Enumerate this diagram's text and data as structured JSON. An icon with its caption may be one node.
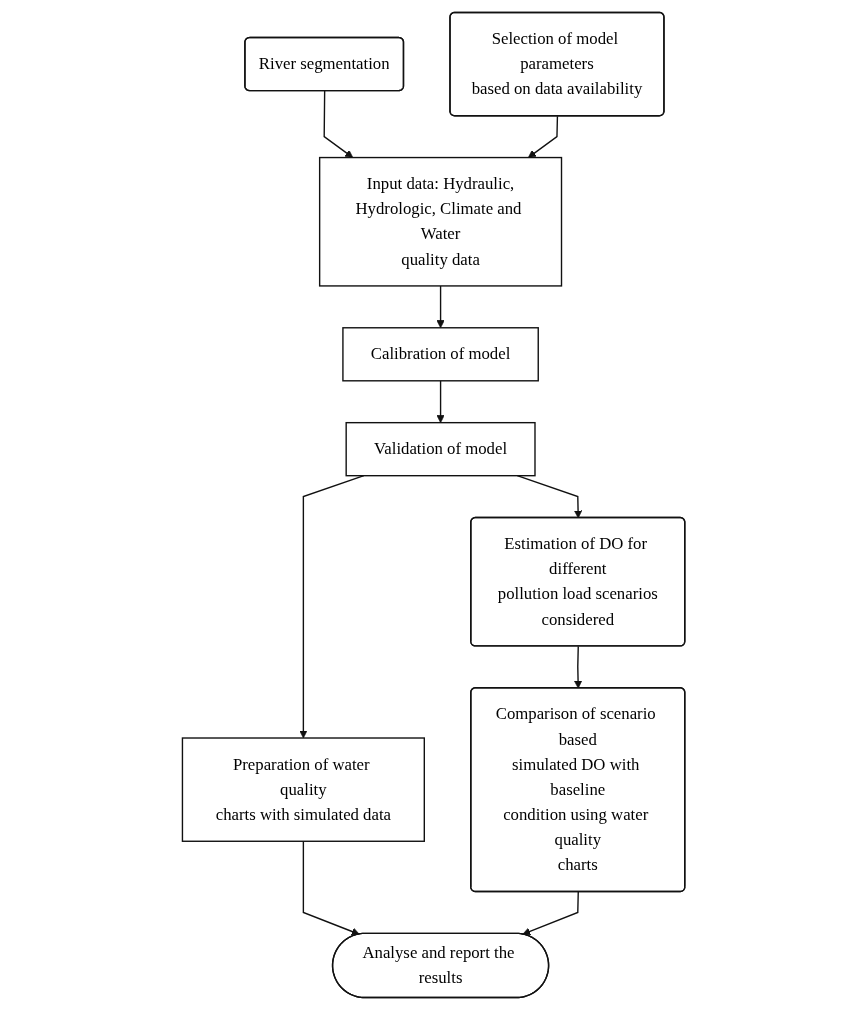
{
  "diagram": {
    "nodes": [
      {
        "text": [
          "River segmentation"
        ]
      },
      {
        "text": [
          "Selection of model parameters based on data availability"
        ]
      },
      {
        "text": [
          "Input data: Hydraulic, Hydrologic, Climate and Water quality data"
        ]
      },
      {
        "text": [
          "Calibration of model"
        ]
      },
      {
        "text": [
          "Validation of model"
        ]
      },
      {
        "text": [
          "Estimation of DO for different pollution load scenarios considered"
        ]
      },
      {
        "text": [
          "Preparation of water quality charts with simulated data"
        ]
      },
      {
        "text": [
          "Comparison of scenario based simulated DO with baseline condition using water quality charts"
        ]
      },
      {
        "text": [
          "Analyse and report the results"
        ]
      }
    ],
    "edges": [
      {
        "from": 0,
        "to": 2,
        "arrow": "to"
      },
      {
        "from": 1,
        "to": 2,
        "arrow": "to"
      },
      {
        "from": 2,
        "to": 3,
        "arrow": "to"
      },
      {
        "from": 3,
        "to": 4,
        "arrow": "to"
      },
      {
        "from": 4,
        "to": 5,
        "arrow": "to"
      },
      {
        "from": 4,
        "to": 6,
        "arrow": "to"
      },
      {
        "from": 5,
        "to": 7,
        "arrow": "to"
      },
      {
        "from": 6,
        "to": 8,
        "arrow": "to"
      },
      {
        "from": 7,
        "to": 8,
        "arrow": "to"
      }
    ]
  }
}
